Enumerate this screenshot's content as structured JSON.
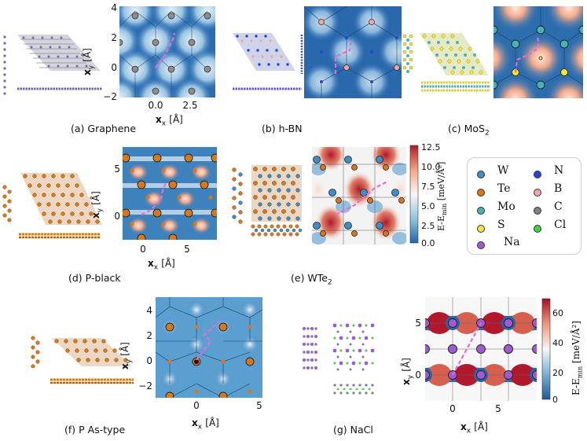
{
  "captions": {
    "a": "(a) Graphene",
    "b": "(b) h-BN",
    "c": "(c) MoS",
    "c_sub": "2",
    "d": "(d) P-black",
    "e": "(e) WTe",
    "e_sub": "2",
    "f": "(f) P As-type",
    "g": "(g) NaCl"
  },
  "axes": {
    "xlabel": "x",
    "xlabel_sub": "x",
    "ylabel": "x",
    "ylabel_sub": "y",
    "unit": "[Å]",
    "a_yticks": [
      "4",
      "2",
      "0",
      "−2"
    ],
    "a_xticks": [
      "0.0",
      "2.5"
    ],
    "d_yticks": [
      "5",
      "0"
    ],
    "d_xticks": [
      "0",
      "5"
    ],
    "f_yticks": [
      "4",
      "2",
      "0",
      "−2"
    ],
    "f_xticks": [
      "0",
      "5"
    ],
    "g_yticks": [
      "5",
      "0"
    ],
    "g_xticks": [
      "0",
      "5"
    ]
  },
  "colorbar_e": {
    "label": "E-E",
    "label_sub": "min",
    "unit": "[meV/Å²]",
    "ticks": [
      "12.5",
      "10.0",
      "7.5",
      "5.0",
      "2.5",
      "0.0"
    ]
  },
  "colorbar_g": {
    "label": "E-E",
    "label_sub": "min",
    "unit": "[meV/Å²]",
    "ticks": [
      "60",
      "40",
      "20",
      "0"
    ]
  },
  "legend": {
    "items": [
      {
        "label": "W",
        "color": "#3a8fc7"
      },
      {
        "label": "N",
        "color": "#2446d8"
      },
      {
        "label": "Te",
        "color": "#d8781a"
      },
      {
        "label": "B",
        "color": "#f0a6a6"
      },
      {
        "label": "Mo",
        "color": "#49b3b3"
      },
      {
        "label": "C",
        "color": "#7f7f7f"
      },
      {
        "label": "S",
        "color": "#f2e531"
      },
      {
        "label": "Cl",
        "color": "#3cd63c"
      },
      {
        "label": "Na",
        "color": "#a05ad1"
      }
    ]
  },
  "colors": {
    "dark_blue": "#1f5fa3",
    "mid_blue": "#4f97cf",
    "light_blue": "#cfe2f1",
    "red": "#b2182b",
    "path": "#e86bd0"
  }
}
